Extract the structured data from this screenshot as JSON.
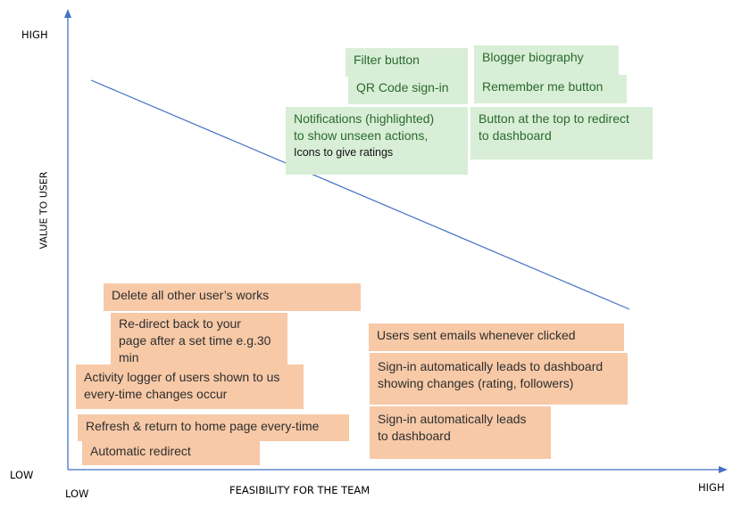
{
  "axes": {
    "y_high": "HIGH",
    "y_low": "LOW",
    "x_low": "LOW",
    "x_high": "HIGH",
    "y_title": "VALUE TO USER",
    "x_title": "FEASIBILITY FOR THE TEAM",
    "axis_color": "#4472c4"
  },
  "colors": {
    "green_fill": "#d8eed6",
    "green_text": "#2b6a2e",
    "orange_fill": "#f7c9a7"
  },
  "notes": {
    "filter_button": "Filter button",
    "blogger_biography": "Blogger biography",
    "qr_code": "QR Code sign-in",
    "remember_me": "Remember me button",
    "notifications": {
      "line1": "Notifications (highlighted)",
      "line2": "to show unseen actions,",
      "line3": "Icons to give ratings"
    },
    "button_top": {
      "line1": "Button at the top to redirect",
      "line2": "to dashboard"
    },
    "delete_all": "Delete all other user’s works",
    "redirect_back": {
      "line1": "Re-direct back to your",
      "line2": "page after a set time e.g.30",
      "line3": "min"
    },
    "activity_logger": {
      "line1": "Activity logger of users shown to us",
      "line2": "every-time changes occur"
    },
    "refresh_return": "Refresh & return to home page every-time",
    "automatic_redirect": "Automatic redirect",
    "users_emails": "Users sent emails whenever clicked",
    "signin_changes": {
      "line1": "Sign-in automatically leads to dashboard",
      "line2": "showing changes (rating, followers)"
    },
    "signin_dashboard": {
      "line1": "Sign-in automatically leads",
      "line2": "to dashboard"
    }
  }
}
